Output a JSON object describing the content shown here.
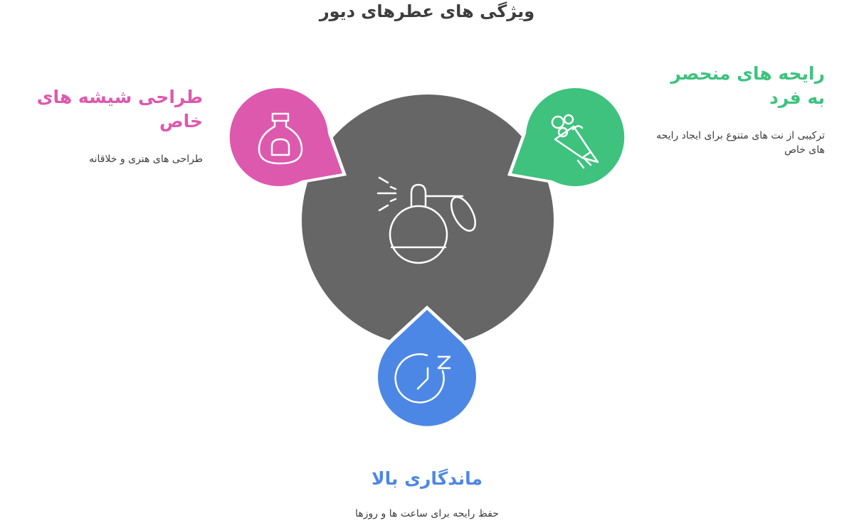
{
  "title": "ویژگی های عطرهای دیور",
  "center": {
    "icon": "perfume-atomizer-icon",
    "color": "#666666"
  },
  "features": [
    {
      "key": "bottle",
      "heading": "طراحی شیشه های خاص",
      "description": "طراحی های هنری و خلاقانه",
      "icon": "perfume-bottle-icon",
      "color": "#dd59ad"
    },
    {
      "key": "scent",
      "heading": "رایحه های منحصر به فرد",
      "description": "ترکیبی از نت های متنوع برای ایجاد رایحه های خاص",
      "icon": "flower-bouquet-icon",
      "color": "#3ec27e"
    },
    {
      "key": "longevity",
      "heading": "ماندگاری بالا",
      "description": "حفظ رایحه برای ساعت ها و روزها",
      "icon": "clock-sleep-icon",
      "color": "#4d87e6"
    }
  ]
}
